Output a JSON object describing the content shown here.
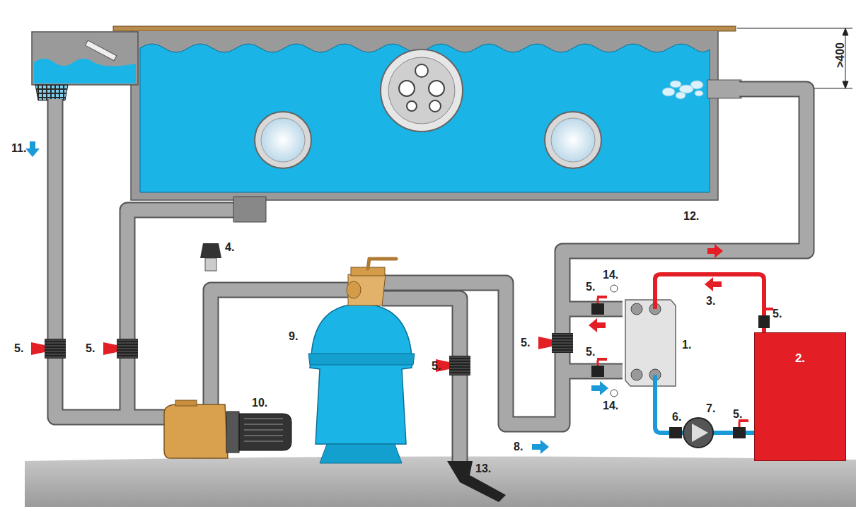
{
  "diagram": {
    "nodes": [
      {
        "text": [
          "2."
        ]
      }
    ],
    "labels": [
      ">400",
      "11.",
      "12.",
      "4.",
      "14.",
      "5.",
      "3.",
      "5.",
      "1.",
      "9.",
      "5.",
      "5.",
      "5.",
      "5.",
      "5.",
      "14.",
      "6.",
      "7.",
      "5.",
      "10.",
      "13.",
      "8."
    ]
  }
}
